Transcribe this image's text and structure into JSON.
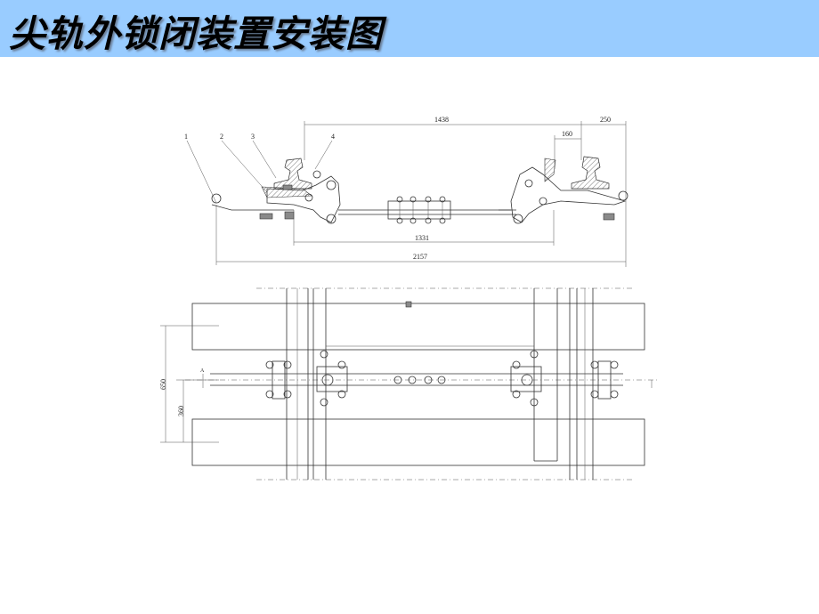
{
  "title": "尖轨外锁闭装置安装图",
  "colors": {
    "title_bar": "#99ccff",
    "line": "#333333"
  },
  "part_labels": [
    "1",
    "2",
    "3",
    "4"
  ],
  "dimensions": {
    "d1438": "1438",
    "d250": "250",
    "d160": "160",
    "d1331": "1331",
    "d2157": "2157",
    "d650": "650",
    "d360": "360"
  },
  "section_mark": "A"
}
